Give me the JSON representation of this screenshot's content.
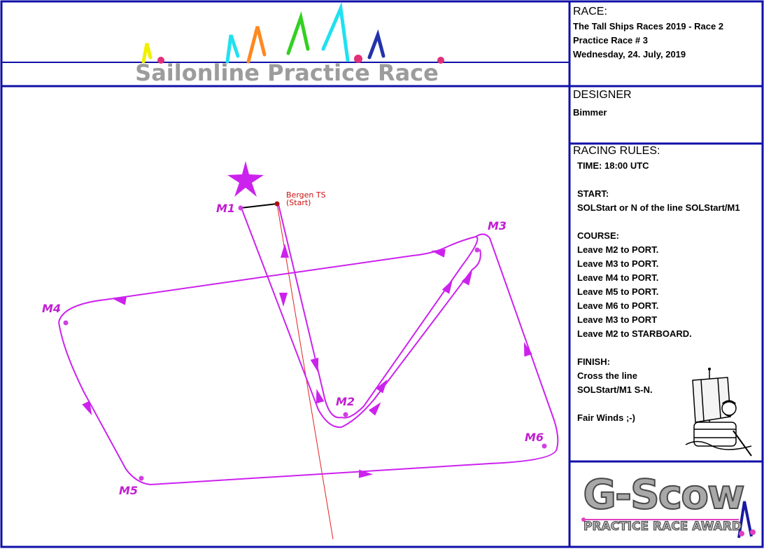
{
  "header": {
    "title": "Sailonline Practice Race"
  },
  "race": {
    "heading": "RACE:",
    "lines": [
      "The Tall Ships Races 2019 - Race 2",
      "Practice Race # 3",
      "Wednesday, 24. July, 2019"
    ]
  },
  "designer": {
    "heading": "DESIGNER",
    "name": "Bimmer"
  },
  "rules": {
    "heading": "RACING RULES:",
    "lines": [
      "TIME: 18:00 UTC",
      "",
      "START:",
      "SOLStart or N of the line SOLStart/M1",
      "",
      "COURSE:",
      "Leave M2 to PORT.",
      "Leave M3 to PORT.",
      "Leave M4 to PORT.",
      "Leave M5 to PORT.",
      "Leave M6 to PORT.",
      "Leave M3 to PORT",
      "Leave M2 to STARBOARD.",
      "",
      "FINISH:",
      "Cross the line",
      "SOLStart/M1 S-N.",
      "",
      "Fair Winds ;-)"
    ]
  },
  "course_map": {
    "start_label": "Bergen TS",
    "start_sub": "(Start)",
    "marks": [
      {
        "name": "M1"
      },
      {
        "name": "M2"
      },
      {
        "name": "M3"
      },
      {
        "name": "M4"
      },
      {
        "name": "M5"
      },
      {
        "name": "M6"
      }
    ]
  },
  "award": {
    "title": "G-Scow",
    "subtitle": "PRACTICE RACE AWARD"
  },
  "colors": {
    "border": "#1010a8",
    "course": "#cc22ee",
    "mark": "#d040e0",
    "start_line": "#dd2222",
    "title_gray": "#9c9c9c"
  }
}
